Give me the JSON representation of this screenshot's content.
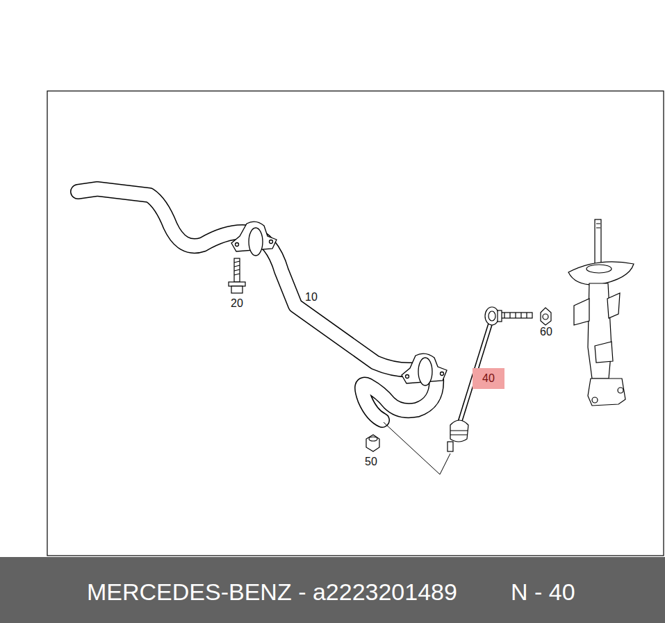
{
  "diagram": {
    "nodes": [
      {
        "text": [
          "40"
        ]
      },
      {
        "text": [
          "MERCEDES-BENZ - a2223201489",
          "N - 40"
        ]
      }
    ],
    "labels": [
      "10",
      "20",
      "60",
      "50"
    ]
  }
}
